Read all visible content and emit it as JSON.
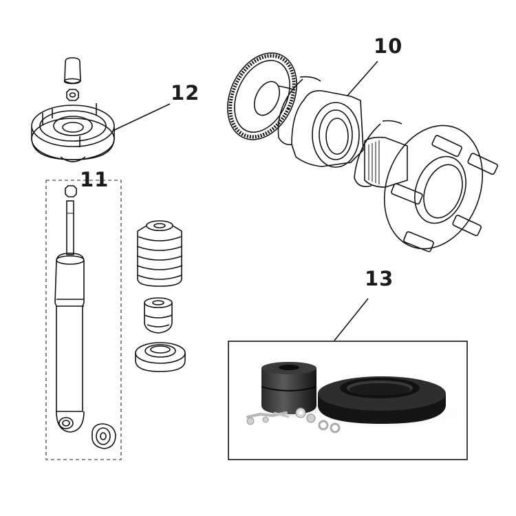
{
  "callouts": {
    "part10": "10",
    "part11": "11",
    "part12": "12",
    "part13": "13"
  },
  "colors": {
    "line": "#111111",
    "rubber": "#1c1c1c",
    "metal": "#d6d6d6"
  }
}
